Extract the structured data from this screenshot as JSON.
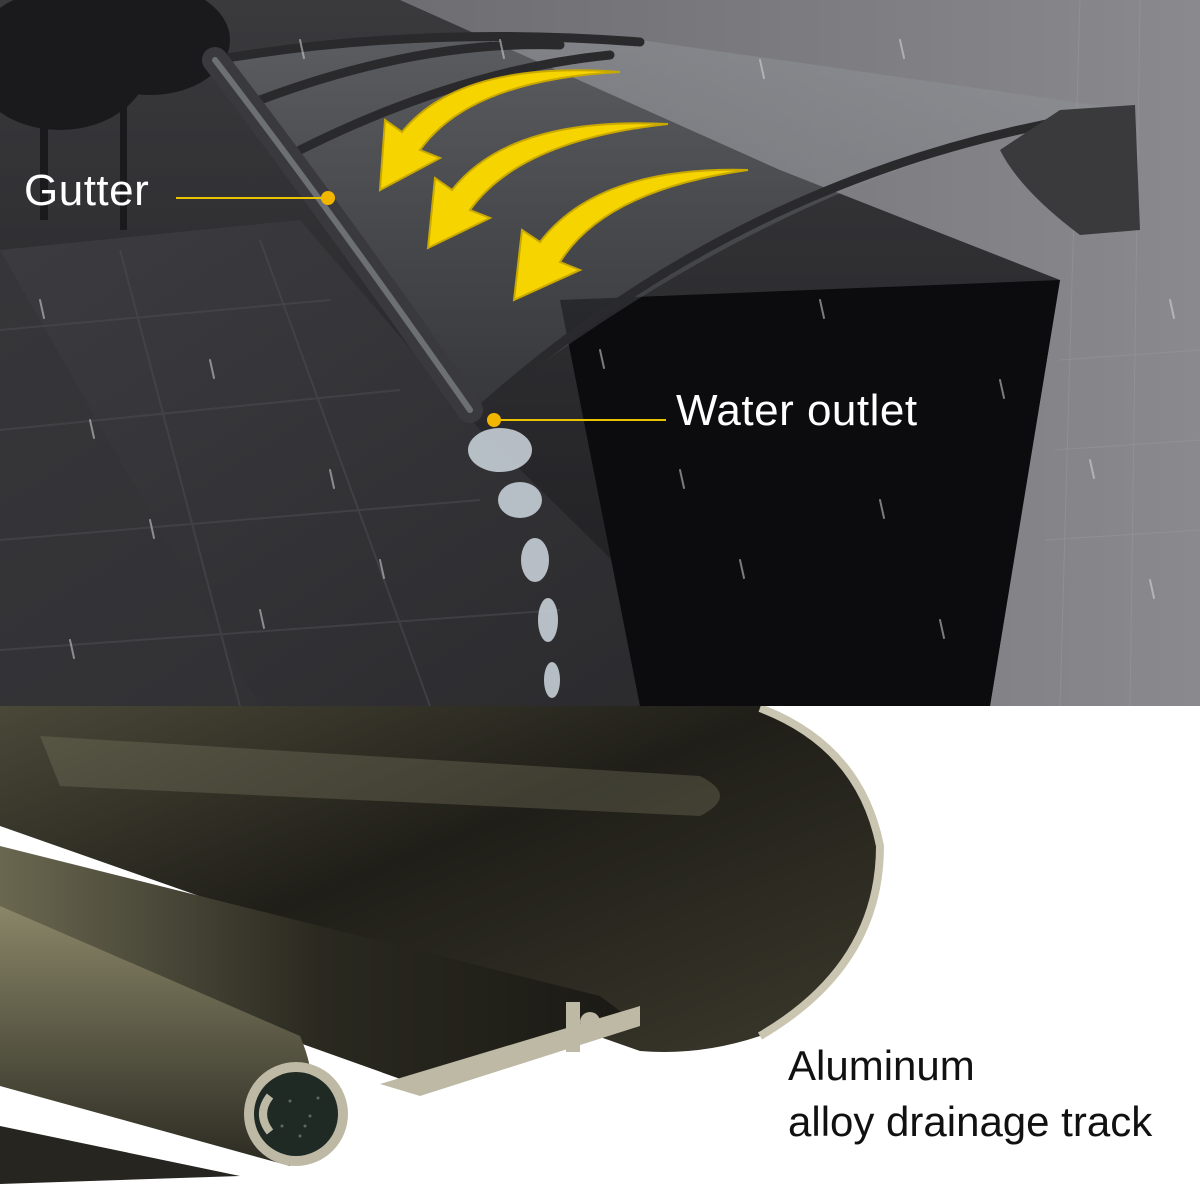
{
  "labels": {
    "gutter": "Gutter",
    "water_outlet": "Water outlet"
  },
  "caption": {
    "line1": "Aluminum",
    "line2": "alloy drainage track"
  },
  "colors": {
    "arrow": "#f5d400",
    "callout_dot": "#f2b600",
    "night_sky": "#262628",
    "aluminum_dark": "#2b2a22"
  },
  "icons": {
    "flow_arrows": "curved-arrow-icon",
    "callout": "callout-dot-icon"
  }
}
